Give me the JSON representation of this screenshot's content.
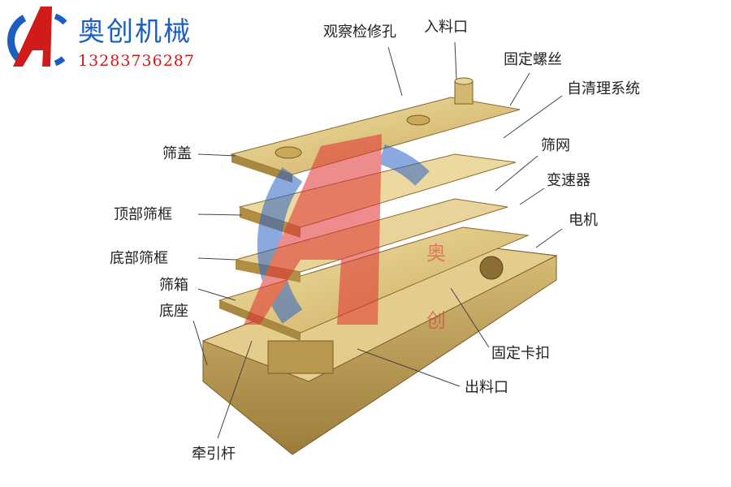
{
  "brand": {
    "name": "奥创机械",
    "phone": "13283736287",
    "logo_letter": "A",
    "colors": {
      "blue": "#1a5fc0",
      "red": "#d11a1a"
    }
  },
  "watermark": {
    "chars": [
      "奥",
      "创"
    ]
  },
  "labels": {
    "inspection_hole": "观察检修孔",
    "feed_inlet": "入料口",
    "fixing_screw": "固定螺丝",
    "self_cleaning": "自清理系统",
    "screen_mesh": "筛网",
    "gearbox": "变速器",
    "motor": "电机",
    "screen_cover": "筛盖",
    "top_frame": "顶部筛框",
    "bottom_frame": "底部筛框",
    "screen_box": "筛箱",
    "base": "底座",
    "fixing_clip": "固定卡扣",
    "discharge_outlet": "出料口",
    "traction_rod": "牵引杆"
  }
}
